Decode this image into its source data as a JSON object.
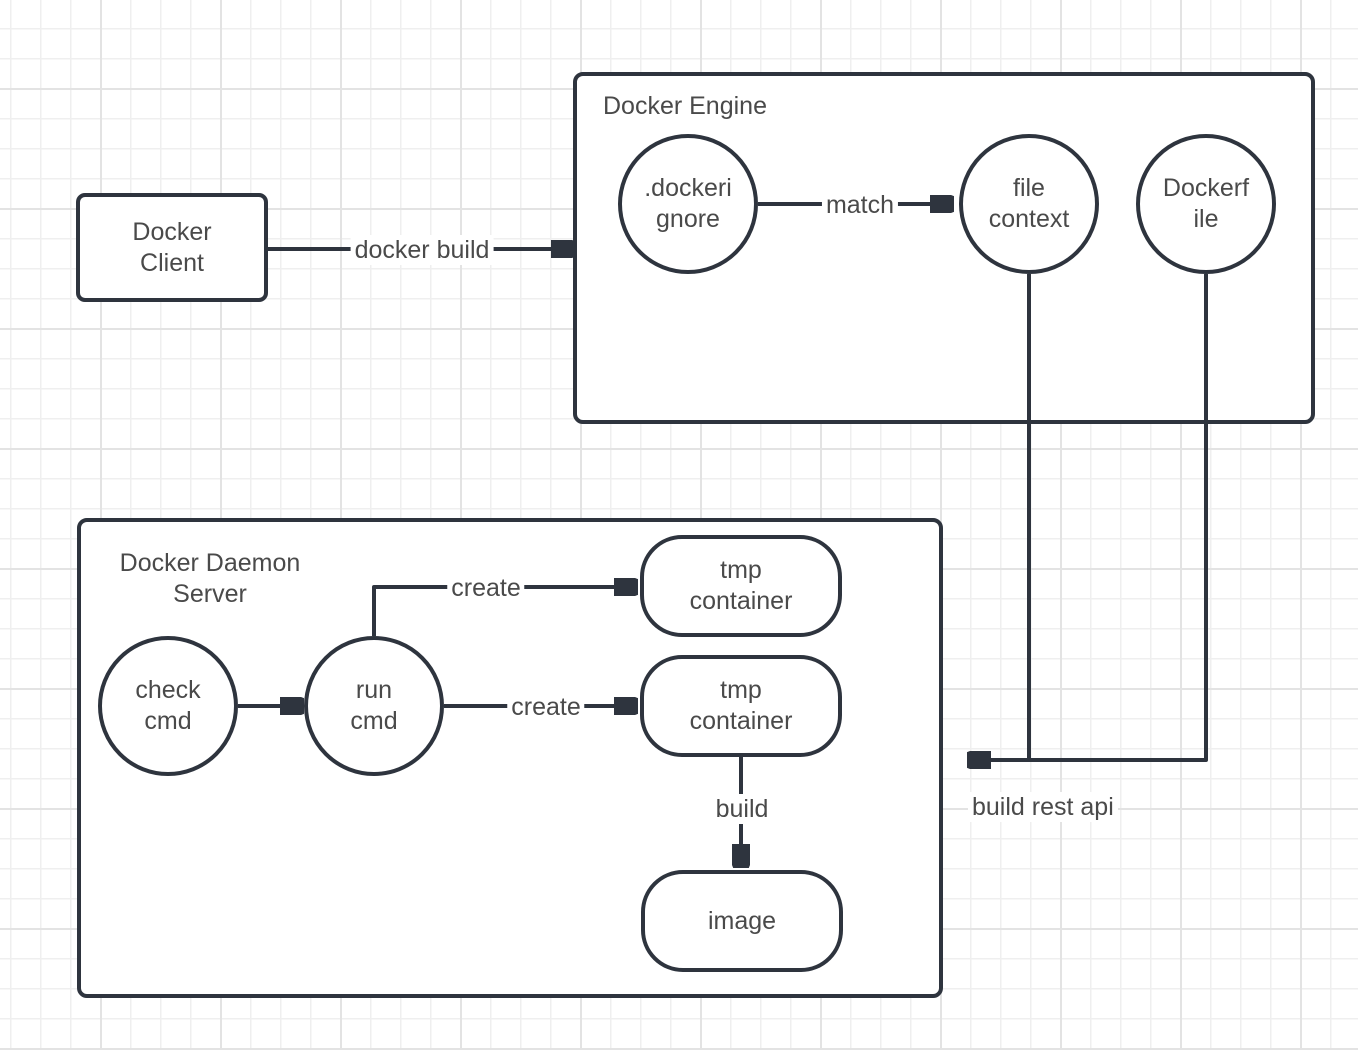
{
  "diagram": {
    "colors": {
      "stroke": "#2e343e",
      "text": "#4a4a4a",
      "grid_minor": "#efefef",
      "grid_major": "#e3e3e3",
      "background": "#ffffff"
    },
    "groups": {
      "docker_engine": {
        "title": "Docker Engine"
      },
      "docker_daemon": {
        "title": "Docker Daemon\nServer"
      }
    },
    "nodes": {
      "docker_client": {
        "label": "Docker\nClient"
      },
      "dockerignore": {
        "label": ".dockeri\ngnore"
      },
      "file_context": {
        "label": "file\ncontext"
      },
      "dockerfile": {
        "label": "Dockerf\nile"
      },
      "check_cmd": {
        "label": "check\ncmd"
      },
      "run_cmd": {
        "label": "run\ncmd"
      },
      "tmp_container_1": {
        "label": "tmp\ncontainer"
      },
      "tmp_container_2": {
        "label": "tmp\ncontainer"
      },
      "image": {
        "label": "image"
      }
    },
    "edges": {
      "docker_build": {
        "label": "docker build"
      },
      "match": {
        "label": "match"
      },
      "create_top": {
        "label": "create"
      },
      "create_mid": {
        "label": "create"
      },
      "build": {
        "label": "build"
      },
      "build_rest_api": {
        "label": "build rest api"
      }
    }
  }
}
